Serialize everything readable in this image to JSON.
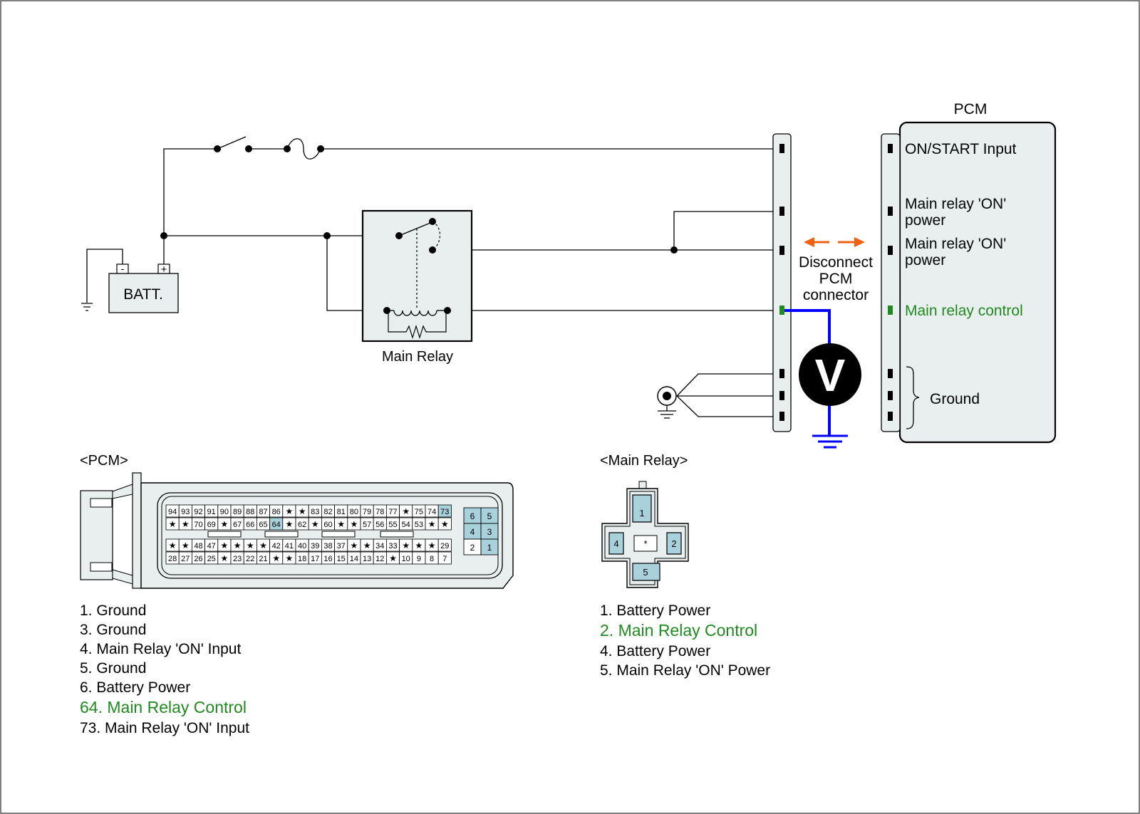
{
  "colors": {
    "wire": "#000000",
    "panel_fill": "#e8efee",
    "pin_hi": "#a8d1dc",
    "green": "#1f8a1f",
    "blue": "#0000ff",
    "orange": "#f06010"
  },
  "battery": {
    "label": "BATT.",
    "neg": "-",
    "pos": "+"
  },
  "relay": {
    "label": "Main Relay"
  },
  "pcm": {
    "title": "PCM",
    "pins": {
      "on_start": "ON/START Input",
      "mr_power1_a": "Main relay 'ON'",
      "mr_power1_b": "power",
      "mr_power2_a": "Main relay 'ON'",
      "mr_power2_b": "power",
      "mr_control": "Main relay control",
      "ground": "Ground"
    }
  },
  "disconnect": {
    "line1": "Disconnect",
    "line2": "PCM",
    "line3": "connector"
  },
  "meter": {
    "symbol": "V"
  },
  "pcm_connector": {
    "title": "<PCM>",
    "row1": [
      "94",
      "93",
      "92",
      "91",
      "90",
      "89",
      "88",
      "87",
      "86",
      "★",
      "★",
      "83",
      "82",
      "81",
      "80",
      "79",
      "78",
      "77",
      "★",
      "75",
      "74",
      "73"
    ],
    "row2": [
      "★",
      "★",
      "70",
      "69",
      "★",
      "67",
      "66",
      "65",
      "64",
      "★",
      "62",
      "★",
      "60",
      "★",
      "★",
      "57",
      "56",
      "55",
      "54",
      "53",
      "★",
      "★"
    ],
    "row3": [
      "★",
      "★",
      "48",
      "47",
      "★",
      "★",
      "★",
      "★",
      "42",
      "41",
      "40",
      "39",
      "38",
      "37",
      "★",
      "★",
      "34",
      "33",
      "★",
      "★",
      "★",
      "29"
    ],
    "row4": [
      "28",
      "27",
      "26",
      "25",
      "★",
      "23",
      "22",
      "21",
      "★",
      "★",
      "18",
      "17",
      "16",
      "15",
      "14",
      "13",
      "12",
      "★",
      "10",
      "9",
      "8",
      "7"
    ],
    "block": [
      "6",
      "5",
      "4",
      "3",
      "2",
      "1"
    ]
  },
  "relay_connector": {
    "title": "<Main Relay>",
    "pins": [
      "1",
      "2",
      "4",
      "5",
      "*"
    ]
  },
  "pcm_legend": [
    "1. Ground",
    "3. Ground",
    "4. Main Relay 'ON' Input",
    "5. Ground",
    "6. Battery Power",
    "64. Main Relay Control",
    "73. Main Relay 'ON' Input"
  ],
  "relay_legend": [
    "1. Battery Power",
    "2. Main Relay Control",
    "4. Battery Power",
    "5. Main Relay 'ON' Power"
  ]
}
